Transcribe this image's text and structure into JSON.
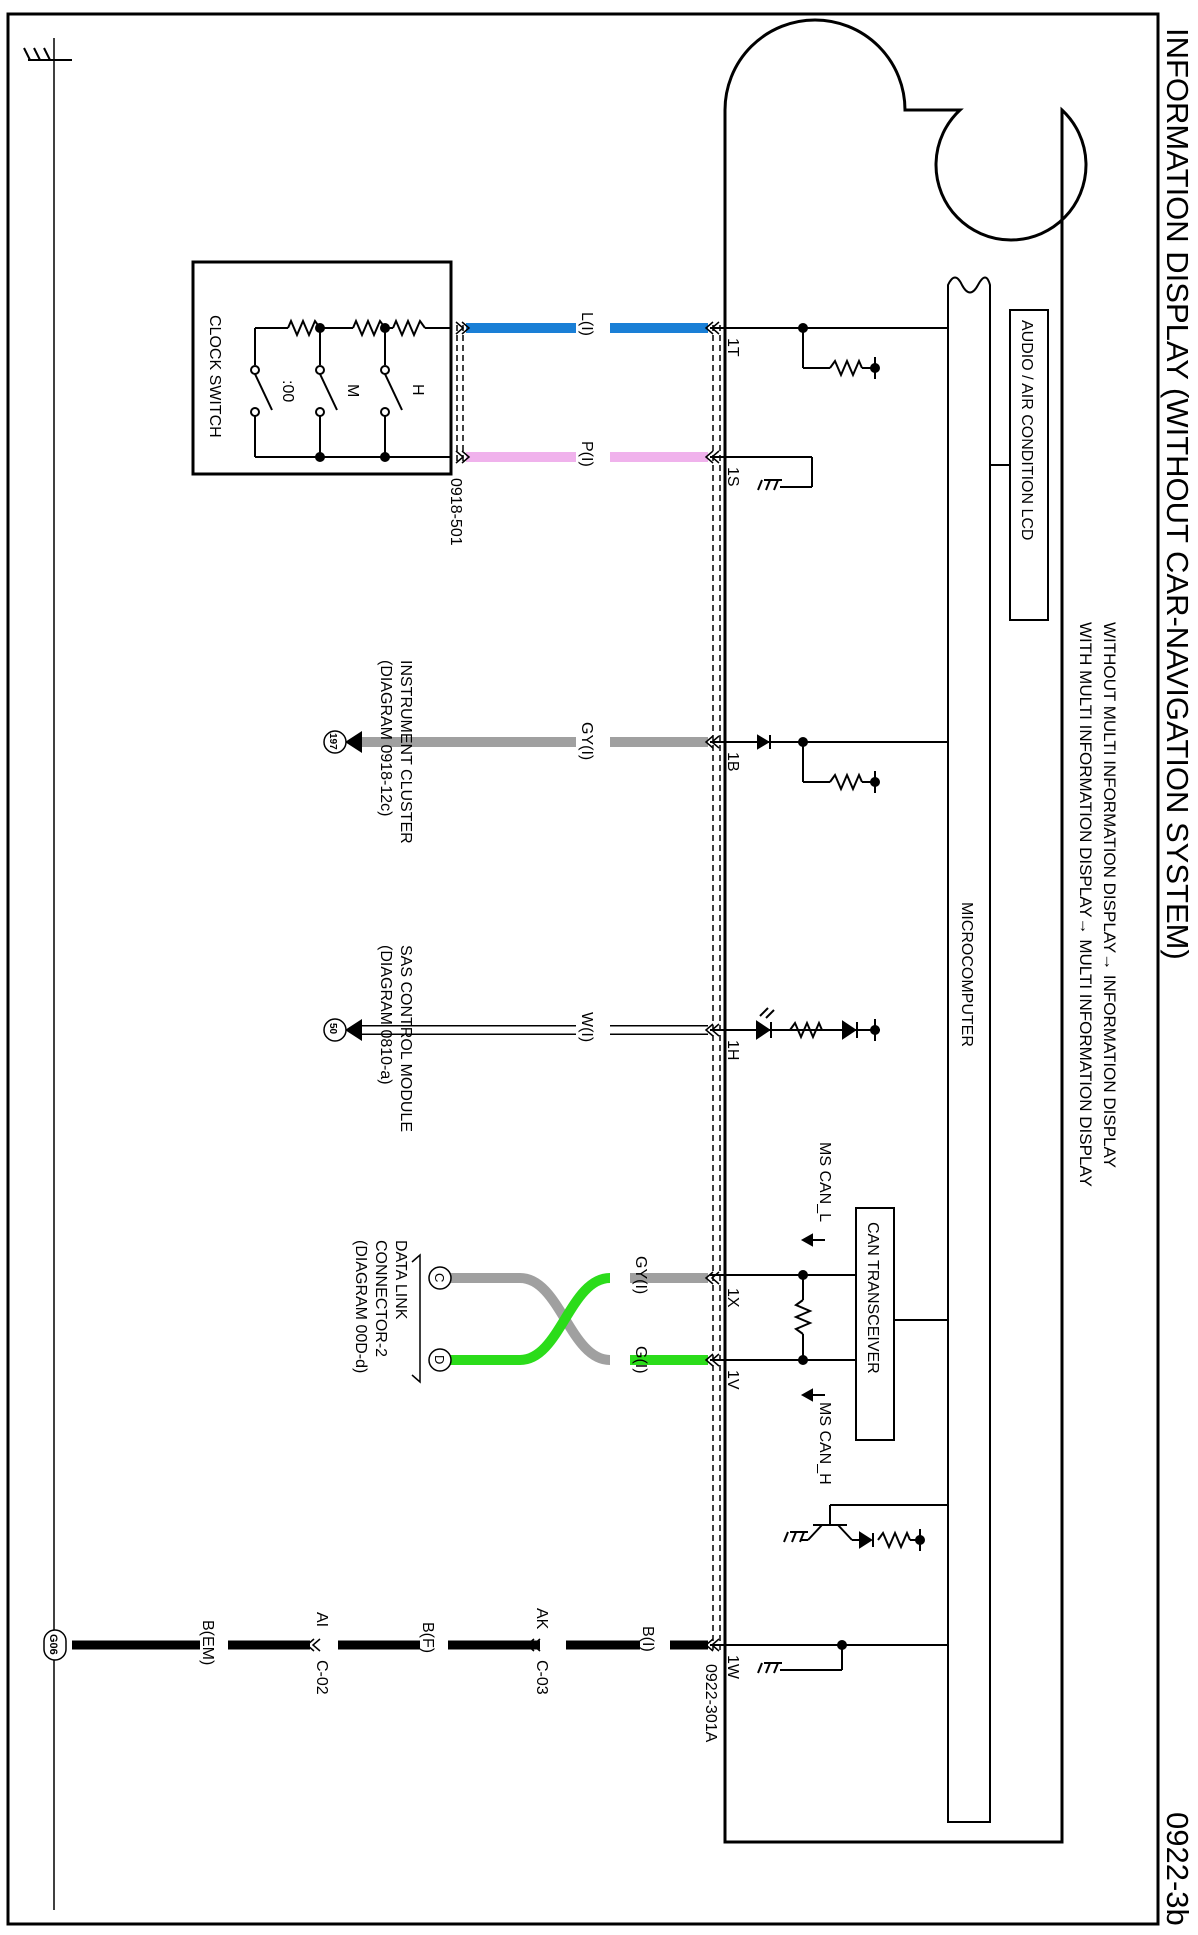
{
  "page": {
    "title": "INFORMATION DISPLAY (WITHOUT CAR-NAVIGATION SYSTEM)",
    "page_number": "0922-3b"
  },
  "notes": {
    "line1": "WITHOUT MULTI INFORMATION DISPLAY→ INFORMATION DISPLAY",
    "line2": "WITH MULTI INFORMATION DISPLAY→ MULTI INFORMATION DISPLAY"
  },
  "unit": {
    "connector_top": "0918-501",
    "connector_main": "0922-301A",
    "audio_lcd": "AUDIO / AIR CONDITION LCD",
    "microcomputer": "MICROCOMPUTER",
    "can_transceiver": "CAN TRANSCEIVER",
    "ms_can_l": "MS CAN_L",
    "ms_can_h": "MS CAN_H"
  },
  "pins": {
    "p1T": "1T",
    "p1S": "1S",
    "p1B": "1B",
    "p1H": "1H",
    "p1X": "1X",
    "p1V": "1V",
    "p1W": "1W"
  },
  "wires": {
    "l": "L(I)",
    "p": "P(I)",
    "gy1": "GY(I)",
    "w": "W(I)",
    "gy2": "GY(I)",
    "g": "G(I)",
    "b1": "B(I)",
    "ak": "AK",
    "c03": "C-03",
    "bf": "B(F)",
    "ai": "AI",
    "c02": "C-02",
    "bem": "B(EM)"
  },
  "clock_switch": {
    "name": "CLOCK SWITCH",
    "h": "H",
    "m": "M",
    "zero": ":00"
  },
  "destinations": {
    "ic_num": "197",
    "ic_name": "INSTRUMENT CLUSTER",
    "ic_ref": "(DIAGRAM 0918-12c)",
    "sas_num": "50",
    "sas_name": "SAS CONTROL MODULE",
    "sas_ref": "(DIAGRAM 0810-a)",
    "dlc_c": "C",
    "dlc_d": "D",
    "dlc_line1": "DATA LINK",
    "dlc_line2": "CONNECTOR-2",
    "dlc_line3": "(DIAGRAM 00D-d)"
  },
  "ground": {
    "g06": "G06"
  },
  "colors": {
    "blue": "#1a7fd6",
    "pink": "#f0b2ec",
    "gray": "#a0a0a0",
    "green": "#2bdc1a",
    "black": "#000000"
  }
}
